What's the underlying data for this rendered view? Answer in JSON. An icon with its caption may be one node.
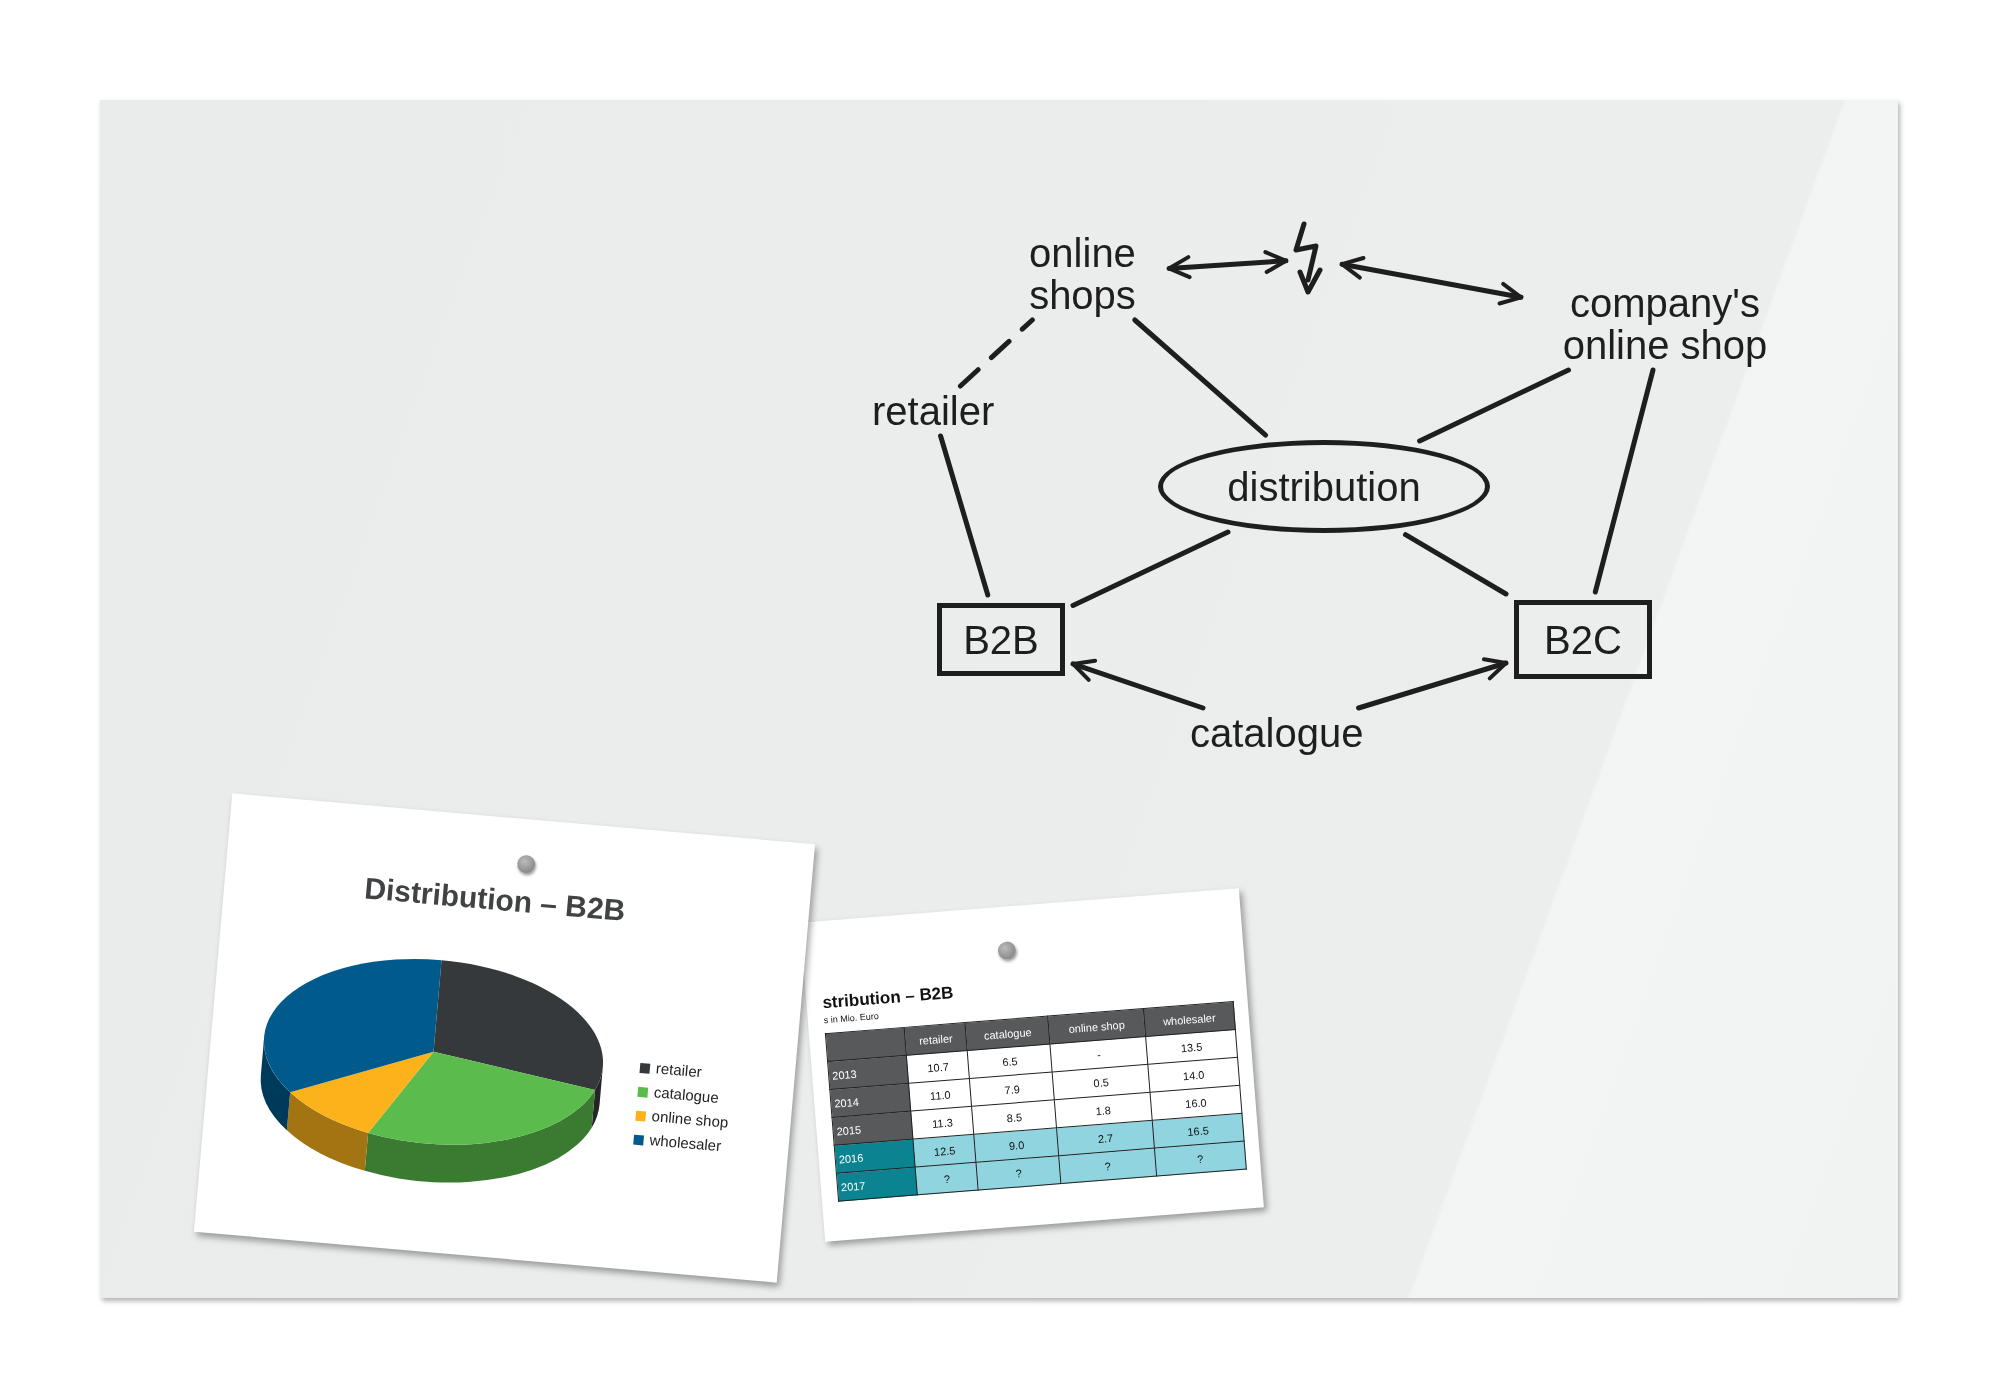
{
  "diagram": {
    "nodes": [
      {
        "text": [
          "online shops"
        ]
      },
      {
        "text": [],
        "shape": "picture"
      },
      {
        "text": [
          "company's online shop"
        ]
      },
      {
        "text": [
          "retailer"
        ]
      },
      {
        "text": [
          "distribution"
        ]
      },
      {
        "text": [
          "B2B"
        ]
      },
      {
        "text": [
          "B2C"
        ]
      },
      {
        "text": [
          "catalogue"
        ]
      }
    ],
    "edges": [
      {
        "from": 0,
        "to": 1,
        "arrow": "both"
      },
      {
        "from": 1,
        "to": 2,
        "arrow": "both"
      },
      {
        "from": 3,
        "to": 0,
        "arrow": "none",
        "style": "dashed"
      },
      {
        "from": 0,
        "to": 4,
        "arrow": "none"
      },
      {
        "from": 2,
        "to": 4,
        "arrow": "none"
      },
      {
        "from": 3,
        "to": 5,
        "arrow": "none"
      },
      {
        "from": 4,
        "to": 5,
        "arrow": "none"
      },
      {
        "from": 4,
        "to": 6,
        "arrow": "none"
      },
      {
        "from": 2,
        "to": 6,
        "arrow": "none"
      },
      {
        "from": 7,
        "to": 5,
        "arrow": "to"
      },
      {
        "from": 7,
        "to": 6,
        "arrow": "to"
      }
    ],
    "labels": [
      "Distribution – B2B",
      "stribution – B2B",
      "s in Mio. Euro",
      "retailer",
      "catalogue",
      "online shop",
      "wholesaler",
      "2013",
      "10.7",
      "6.5",
      "-",
      "13.5",
      "2014",
      "11.0",
      "7.9",
      "0.5",
      "14.0",
      "2015",
      "11.3",
      "8.5",
      "1.8",
      "16.0",
      "2016",
      "12.5",
      "9.0",
      "2.7",
      "16.5",
      "2017",
      "?",
      "?",
      "?",
      "?"
    ],
    "legend": [
      {
        "text": "retailer",
        "color": "#36393b"
      },
      {
        "text": "catalogue",
        "color": "#5bbb4c"
      },
      {
        "text": "online shop",
        "color": "#fbb21b"
      },
      {
        "text": "wholesaler",
        "color": "#005a8b"
      }
    ]
  }
}
